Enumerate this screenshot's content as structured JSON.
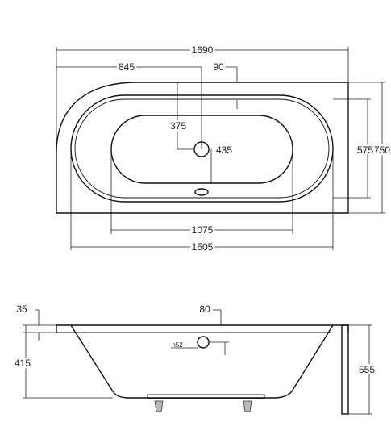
{
  "top_view": {
    "dims": {
      "overall_length": "1690",
      "left_to_drain": "845",
      "right_offset": "90",
      "drain_depth": "375",
      "inner_height": "435",
      "height_575": "575",
      "height_750": "750",
      "inner_length": "1075",
      "rim_length": "1505"
    }
  },
  "side_view": {
    "dims": {
      "rim_35": "35",
      "overflow_80": "80",
      "depth_415": "415",
      "height_555": "555",
      "overflow_label": "n52"
    }
  },
  "colors": {
    "line": "#111111",
    "leg": "#bbbbbb"
  }
}
